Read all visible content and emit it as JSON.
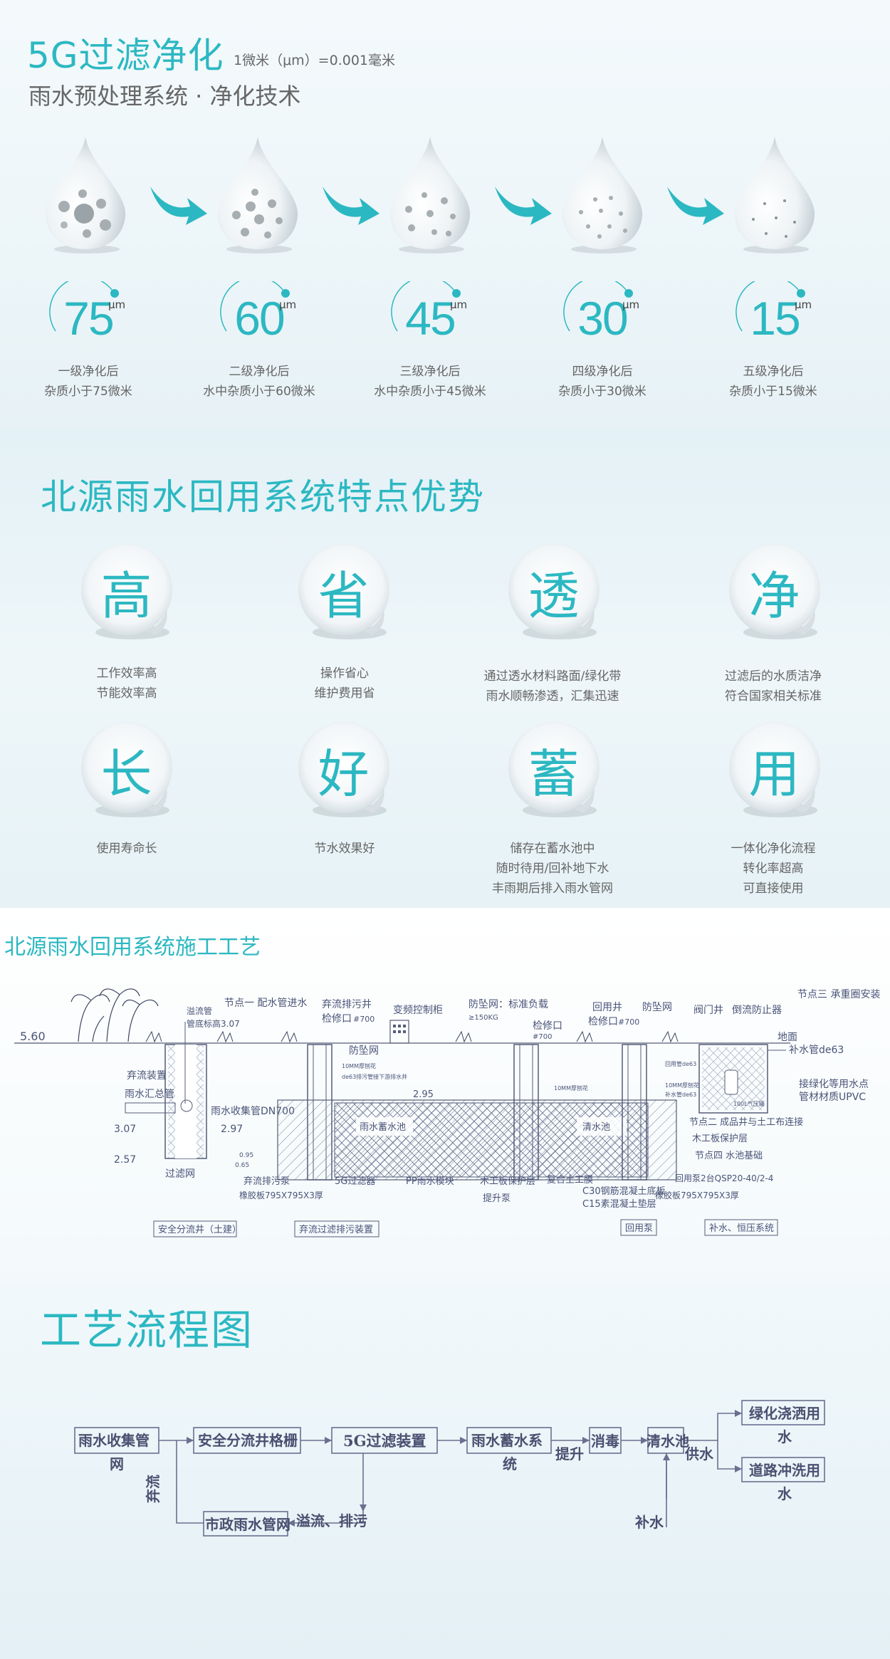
{
  "purify": {
    "title": "5G过滤净化",
    "unit_note": "1微米（μm）=0.001毫米",
    "subtitle": "雨水预处理系统 · 净化技术",
    "unit": "μm",
    "levels": [
      {
        "value": "75",
        "line1": "一级净化后",
        "line2": "杂质小于75微米"
      },
      {
        "value": "60",
        "line1": "二级净化后",
        "line2": "水中杂质小于60微米"
      },
      {
        "value": "45",
        "line1": "三级净化后",
        "line2": "水中杂质小于45微米"
      },
      {
        "value": "30",
        "line1": "四级净化后",
        "line2": "杂质小于30微米"
      },
      {
        "value": "15",
        "line1": "五级净化后",
        "line2": "杂质小于15微米"
      }
    ]
  },
  "features": {
    "title": "北源雨水回用系统特点优势",
    "items": [
      {
        "char": "高",
        "lines": [
          "工作效率高",
          "节能效率高"
        ]
      },
      {
        "char": "省",
        "lines": [
          "操作省心",
          "维护费用省"
        ]
      },
      {
        "char": "透",
        "lines": [
          "通过透水材料路面/绿化带",
          "雨水顺畅渗透，汇集迅速"
        ]
      },
      {
        "char": "净",
        "lines": [
          "过滤后的水质洁净",
          "符合国家相关标准"
        ]
      },
      {
        "char": "长",
        "lines": [
          "使用寿命长"
        ]
      },
      {
        "char": "好",
        "lines": [
          "节水效果好"
        ]
      },
      {
        "char": "蓄",
        "lines": [
          "储存在蓄水池中",
          "随时待用/回补地下水",
          "丰雨期后排入雨水管网"
        ]
      },
      {
        "char": "用",
        "lines": [
          "一体化净化流程",
          "转化率超高",
          "可直接使用"
        ]
      }
    ]
  },
  "construction": {
    "title": "北源雨水回用系统施工工艺",
    "labels": {
      "level": "5.60",
      "overflow_pipe": "溢流管",
      "pipe_mark": "管底标高3.07",
      "node1": "节点一  配水管进水",
      "drain_well": "弃流排污井",
      "inspect1": "检修口",
      "d700a": "#700",
      "vfd": "变频控制柜",
      "mesh_load": "防坠网：标准负载",
      "load_value": "≥150KG",
      "inspect2": "检修口",
      "d700b": "#700",
      "reuse_well": "回用井",
      "inspect3": "检修口",
      "d700c": "#700",
      "mesh2": "防坠网",
      "valve_well": "阀门井",
      "backflow": "倒流防止器",
      "node3": "节点三  承重圈安装",
      "ground": "地面",
      "makeup_pipe": "补水管de63",
      "divert_dev": "弃流装置",
      "collect_pipe": "雨水汇总管",
      "collect_dn": "雨水收集管DN700",
      "mesh3": "防坠网",
      "v307": "3.07",
      "v297": "2.97",
      "v295": "2.95",
      "v257": "2.57",
      "filter_well": "过滤网",
      "v095": "0.95",
      "v065": "0.65",
      "green_point": "接绿化等用水点",
      "upvc": "管材材质UPVC",
      "node2": "节点二  成品井与土工布连接",
      "wood_board": "木工板保护层",
      "node4": "节点四  水池基础",
      "pump_spec": "回用泵2台QSP20-40/2-4",
      "rubber2": "橡胶板795X795X3厚",
      "drain_pump": "弃流排污泵",
      "rubber1": "橡胶板795X795X3厚",
      "filter5g": "5G过滤器",
      "pp_module": "PP雨水模块",
      "wood_prot": "木工板保护层",
      "geo": "复合土工膜",
      "c30": "C30钢筋混凝土底板",
      "c15": "C15素混凝土垫层",
      "lift_pump": "提升泵",
      "box1": "安全分流井（土建）",
      "box2": "弃流过滤排污装置",
      "box3": "回用泵",
      "box4": "补水、恒压系统",
      "tank1": "雨水蓄水池",
      "tank2": "清水池",
      "note_10mm_a": "10MM厚刨花",
      "note_10mm_b": "10MM厚刨花",
      "note_de63": "de63排污管接下游排水井",
      "note_de63b": "回用管de63",
      "note_10mm_c": "10MM厚刨花",
      "note_de63c": "补水管de63",
      "note_100l": "100L气压罐"
    }
  },
  "flow": {
    "title": "工艺流程图",
    "nodes": {
      "n1a": "雨水收集管",
      "n1b": "网",
      "n2": "安全分流井格栅",
      "n3": "5G过滤装置",
      "n4a": "雨水蓄水系",
      "n4b": "统",
      "n5": "消毒",
      "n6": "清水池",
      "n7a": "绿化浇洒用",
      "n7b": "水",
      "n8a": "道路冲洗用",
      "n8b": "水",
      "n9": "市政雨水管网"
    },
    "edges": {
      "lift": "提升",
      "supply": "供水",
      "divert": "弃流",
      "overflow": "溢流、排污",
      "makeup": "补水"
    }
  }
}
